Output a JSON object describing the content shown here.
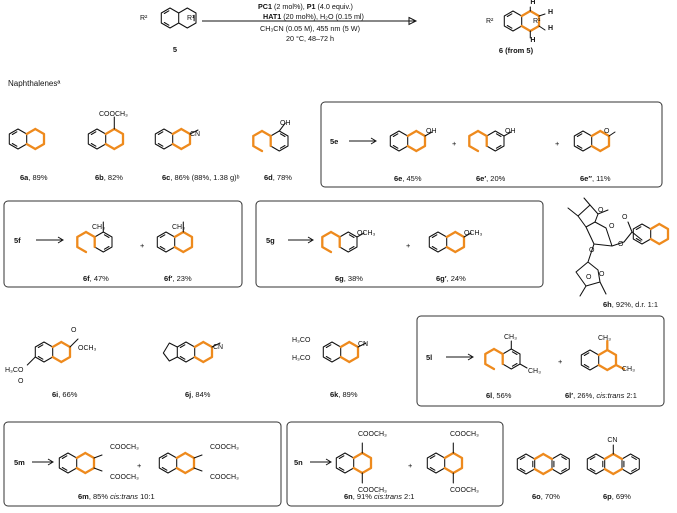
{
  "reaction": {
    "substrate_label": "5",
    "product_label": "6 (from 5)",
    "cond_pc1": "PC1",
    "cond_pc1_amt": "(2 mol%),",
    "cond_p1": "P1",
    "cond_p1_amt": "(4.0 equiv.)",
    "cond_hat1": "HAT1",
    "cond_hat1_amt": "(20 mol%), H₂O (0.15 ml)",
    "cond_line3": "CH₃CN (0.05 M), 455 nm (5 W)",
    "cond_line4": "20 °C, 48–72 h",
    "r1": "R¹",
    "r2": "R²",
    "h": "H"
  },
  "section_title": "Naphthalenesª",
  "groups": {
    "cooch3": "COOCH₃",
    "cn": "CN",
    "oh": "OH",
    "o": "O",
    "ch3": "CH₃",
    "och3": "OCH₃",
    "ester_me": "OCH₃",
    "h3co": "H₃CO",
    "h3co_short": "H₃CO",
    "cn_p": "CN"
  },
  "products": [
    {
      "id": "6a",
      "text": ", 89%"
    },
    {
      "id": "6b",
      "text": ", 82%"
    },
    {
      "id": "6c",
      "text": ", 86% (88%, 1.38 g)ᵇ"
    },
    {
      "id": "6d",
      "text": ", 78%"
    },
    {
      "id": "6e",
      "text": ", 45%"
    },
    {
      "id": "6e′",
      "text": ", 20%"
    },
    {
      "id": "6e″",
      "text": ", 11%"
    },
    {
      "id": "6f",
      "text": ", 47%"
    },
    {
      "id": "6f′",
      "text": ", 23%"
    },
    {
      "id": "6g",
      "text": ", 38%"
    },
    {
      "id": "6g′",
      "text": ", 24%"
    },
    {
      "id": "6h",
      "text": ", 92%, d.r. 1:1"
    },
    {
      "id": "6i",
      "text": ", 66%"
    },
    {
      "id": "6j",
      "text": ", 84%"
    },
    {
      "id": "6k",
      "text": ", 89%"
    },
    {
      "id": "6l",
      "text": ", 56%"
    },
    {
      "id": "6l′",
      "text": ", 26%, ",
      "extra": "cis:trans",
      "extra2": " 2:1"
    },
    {
      "id": "6m",
      "text": ", 85% ",
      "extra": "cis:trans",
      "extra2": " 10:1"
    },
    {
      "id": "6n",
      "text": ", 91% ",
      "extra": "cis:trans",
      "extra2": " 2:1"
    },
    {
      "id": "6o",
      "text": ", 70%"
    },
    {
      "id": "6p",
      "text": ", 69%"
    }
  ],
  "box_labels": {
    "5e": "5e",
    "5f": "5f",
    "5g": "5g",
    "5l": "5l",
    "5m": "5m",
    "5n": "5n"
  },
  "plus": "+",
  "colors": {
    "highlight": "#ee8a1d",
    "ink": "#111111"
  }
}
